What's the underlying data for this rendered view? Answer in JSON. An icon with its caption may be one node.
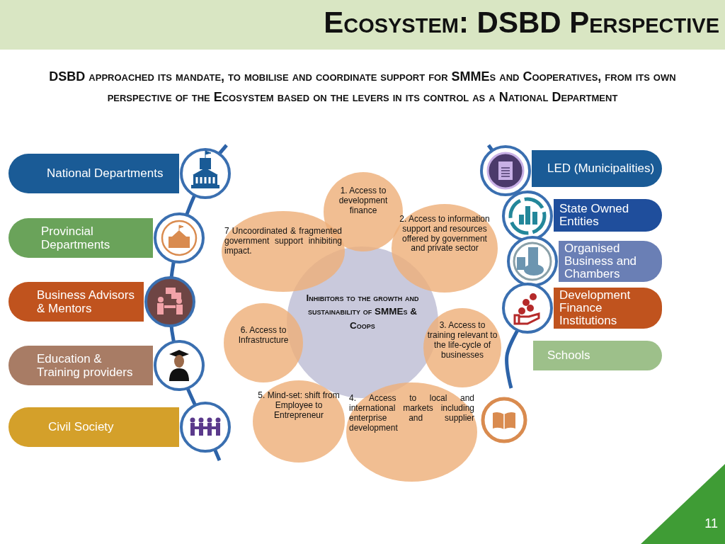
{
  "diagram": {
    "title": "Ecosystem: DSBD Perspective",
    "caption": "DSBD approached its mandate, to mobilise and coordinate support for SMMEs and Cooperatives, from its own perspective of the Ecosystem based on the levers in its control as a National Department",
    "nodes": [
      {
        "text": [
          "National Departments"
        ]
      },
      {
        "text": [
          "Provincial Departments"
        ]
      },
      {
        "text": [
          "Business Advisors & Mentors"
        ]
      },
      {
        "text": [
          "Education & Training providers"
        ]
      },
      {
        "text": [
          "Civil Society"
        ]
      },
      {
        "text": [
          "LED (Municipalities)"
        ]
      },
      {
        "text": [
          "State Owned Entities"
        ]
      },
      {
        "text": [
          "Organised Business and Chambers"
        ]
      },
      {
        "text": [
          "Development Finance Institutions"
        ]
      },
      {
        "text": [
          "Schools"
        ]
      },
      {
        "text": [
          "Inhibitors to the growth and sustainability of SMMEs & Coops"
        ]
      },
      {
        "text": [
          "1. Access to development finance"
        ]
      },
      {
        "text": [
          "2. Access to information support and resources offered by government and private sector"
        ]
      },
      {
        "text": [
          "3. Access to training relevant to the life-cycle of businesses"
        ]
      },
      {
        "text": [
          "4. Access to local and international markets including enterprise and supplier development"
        ]
      },
      {
        "text": [
          "5. Mind-set: shift from Employee to Entrepreneur"
        ]
      },
      {
        "text": [
          "6. Access to Infrastructure"
        ]
      },
      {
        "text": [
          "7 Uncoordinated & fragmented government support inhibiting impact."
        ]
      }
    ],
    "labels": [
      "11"
    ]
  }
}
